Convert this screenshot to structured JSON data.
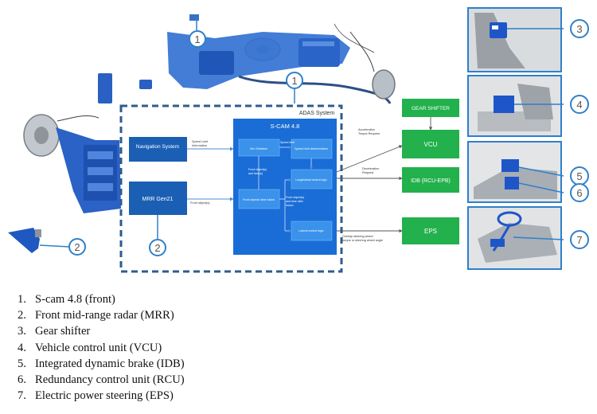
{
  "colors": {
    "accent_blue": "#1a5fb4",
    "component_green": "#22b14c",
    "callout_border": "#2f80c8",
    "dashed_border": "#2e5c8e"
  },
  "diagram": {
    "adas_label": "ADAS System",
    "scam_title": "S-CAM 4.8",
    "navigation": "Navigation System",
    "mrr": "MRR Gen21",
    "gear_shifter": "GEAR SHIFTER",
    "vcu": "VCU",
    "idb": "IDB (RCU-EPB)",
    "eps": "EPS",
    "inner": {
      "gen_selection": "Gen Selection",
      "speed_limit": "Speed Limit determination",
      "longitudinal": "Longitudinal control logic",
      "front_objects": "Front objects/ lane fusion",
      "lateral": "Lateral control logic"
    },
    "arrows": {
      "speed_limit_info_1": "Speed Limit",
      "speed_limit_info_2": "Information",
      "front_objects_label": "Front object(s)",
      "accel_1": "Acceleration",
      "accel_2": "Torque Request",
      "decel_1": "Deceleration",
      "decel_2": "Request",
      "overlay_1": "Overlay steering wheel",
      "overlay_2": "torque or steering wheel angle",
      "inner_front_1": "Front object(s)",
      "inner_front_2": "and lane(s)",
      "inner_front_3": "Front object(s)",
      "inner_front_4": "and lane after",
      "inner_front_5": "fusion",
      "speed_limit_small": "Speed limit"
    },
    "callouts": {
      "c1_top": "1",
      "c1_mid": "1",
      "c2": "2",
      "c2_mrr": "2",
      "c3": "3",
      "c4": "4",
      "c5": "5",
      "c6": "6",
      "c7": "7"
    }
  },
  "legend": [
    {
      "num": "1.",
      "text": "S-cam 4.8 (front)"
    },
    {
      "num": "2.",
      "text": "Front mid-range radar (MRR)"
    },
    {
      "num": "3.",
      "text": "Gear shifter"
    },
    {
      "num": "4.",
      "text": "Vehicle control unit (VCU)"
    },
    {
      "num": "5.",
      "text": "Integrated dynamic brake (IDB)"
    },
    {
      "num": "6.",
      "text": "Redundancy control unit (RCU)"
    },
    {
      "num": "7.",
      "text": "Electric power steering (EPS)"
    }
  ]
}
